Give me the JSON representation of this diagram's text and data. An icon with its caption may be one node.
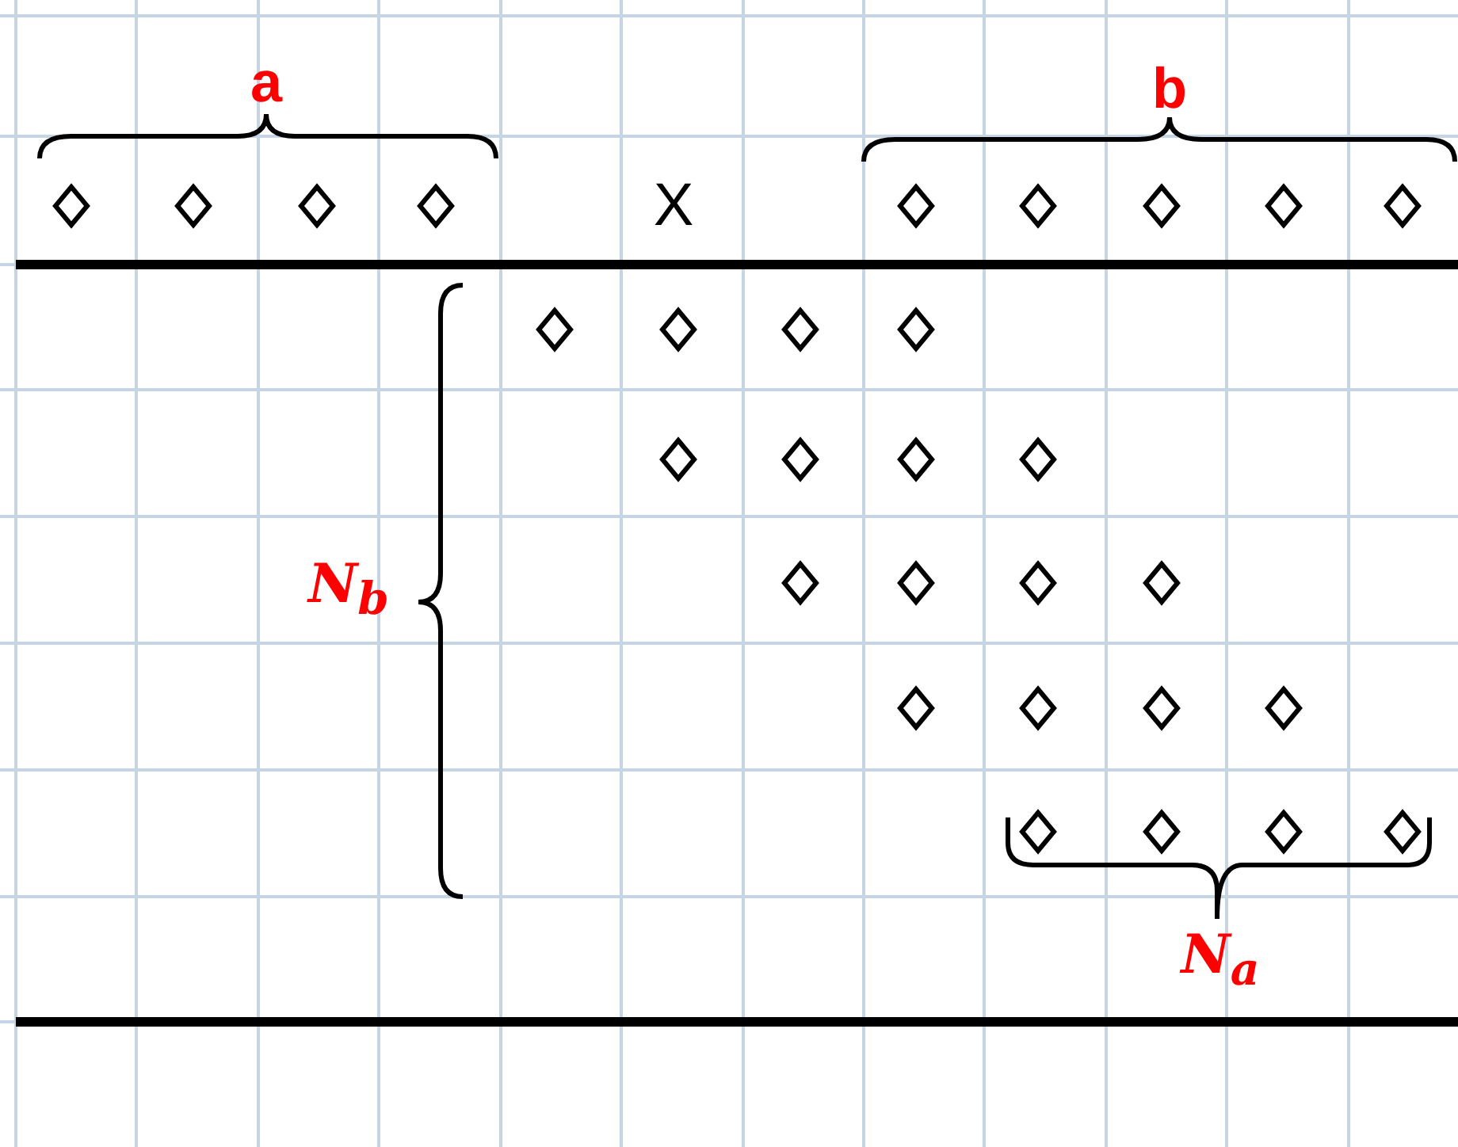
{
  "diagram": {
    "labels": [
      "a",
      "b",
      "X",
      "N$_{b}$",
      "N$_{a}$"
    ]
  }
}
